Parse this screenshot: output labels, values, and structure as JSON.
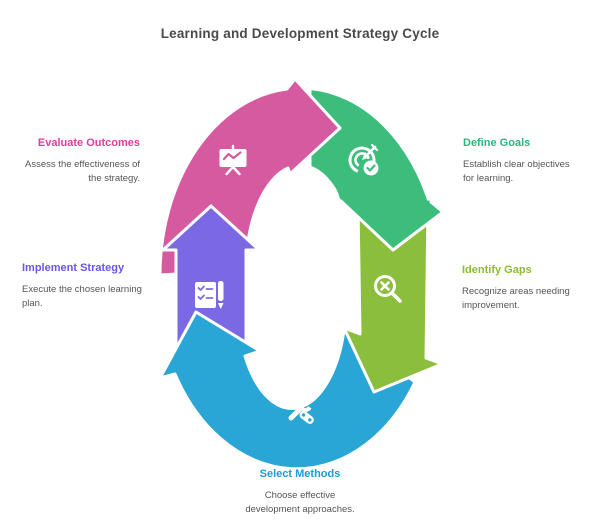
{
  "title": {
    "text": "Learning and Development Strategy Cycle",
    "color": "#4a4a4a"
  },
  "body_text_color": "#555555",
  "steps": [
    {
      "id": "evaluate-outcomes",
      "label": "Evaluate Outcomes",
      "description": "Assess the effectiveness of\nthe strategy.",
      "arc_color": "#d65aa0",
      "label_color": "#df3d9a",
      "icon": "presentation-chart-icon"
    },
    {
      "id": "define-goals",
      "label": "Define Goals",
      "description": "Establish clear objectives\nfor learning.",
      "arc_color": "#3cbd7c",
      "label_color": "#2eb47c",
      "icon": "target-dart-check-icon"
    },
    {
      "id": "implement-strategy",
      "label": "Implement Strategy",
      "description": "Execute the chosen learning\nplan.",
      "arc_color": "#7b69e3",
      "label_color": "#6757e5",
      "icon": "checklist-pen-icon"
    },
    {
      "id": "identify-gaps",
      "label": "Identify Gaps",
      "description": "Recognize areas needing\nimprovement.",
      "arc_color": "#8cbe3d",
      "label_color": "#8cbe2d",
      "icon": "magnifier-x-icon"
    },
    {
      "id": "select-methods",
      "label": "Select Methods",
      "description": "Choose effective\ndevelopment approaches.",
      "arc_color": "#29a6d6",
      "label_color": "#1f9ad2",
      "icon": "tools-icon"
    }
  ]
}
